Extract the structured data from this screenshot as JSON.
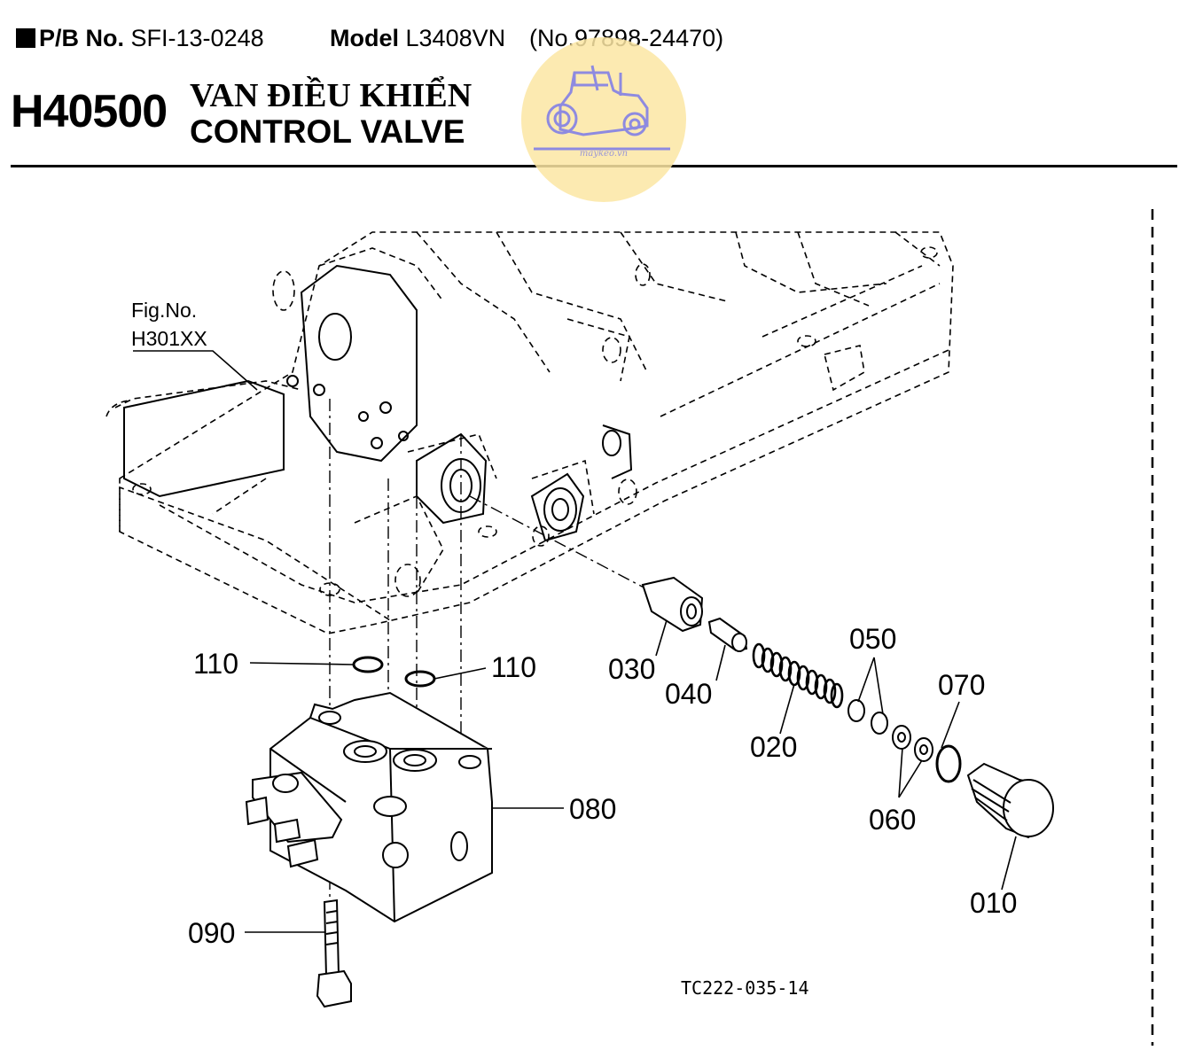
{
  "header": {
    "pb_label": "P/B No.",
    "pb_value": "SFI-13-0248",
    "model_label": "Model",
    "model_value": "L3408VN",
    "model_number": "(No.97898-24470)",
    "section_code": "H40500",
    "title_vn": "VAN ĐIỀU KHIỂN",
    "title_en": "CONTROL VALVE"
  },
  "watermark": {
    "text": "maykeo.vn",
    "color": "#fbe6a3",
    "icon": "tractor-icon"
  },
  "figure_ref": {
    "line1": "Fig.No.",
    "line2": "H301XX"
  },
  "part_labels": {
    "p010": "010",
    "p020": "020",
    "p030": "030",
    "p040": "040",
    "p050": "050",
    "p060": "060",
    "p070": "070",
    "p080": "080",
    "p090": "090",
    "p110_left": "110",
    "p110_right": "110"
  },
  "drawing_code": "TC222-035-14"
}
